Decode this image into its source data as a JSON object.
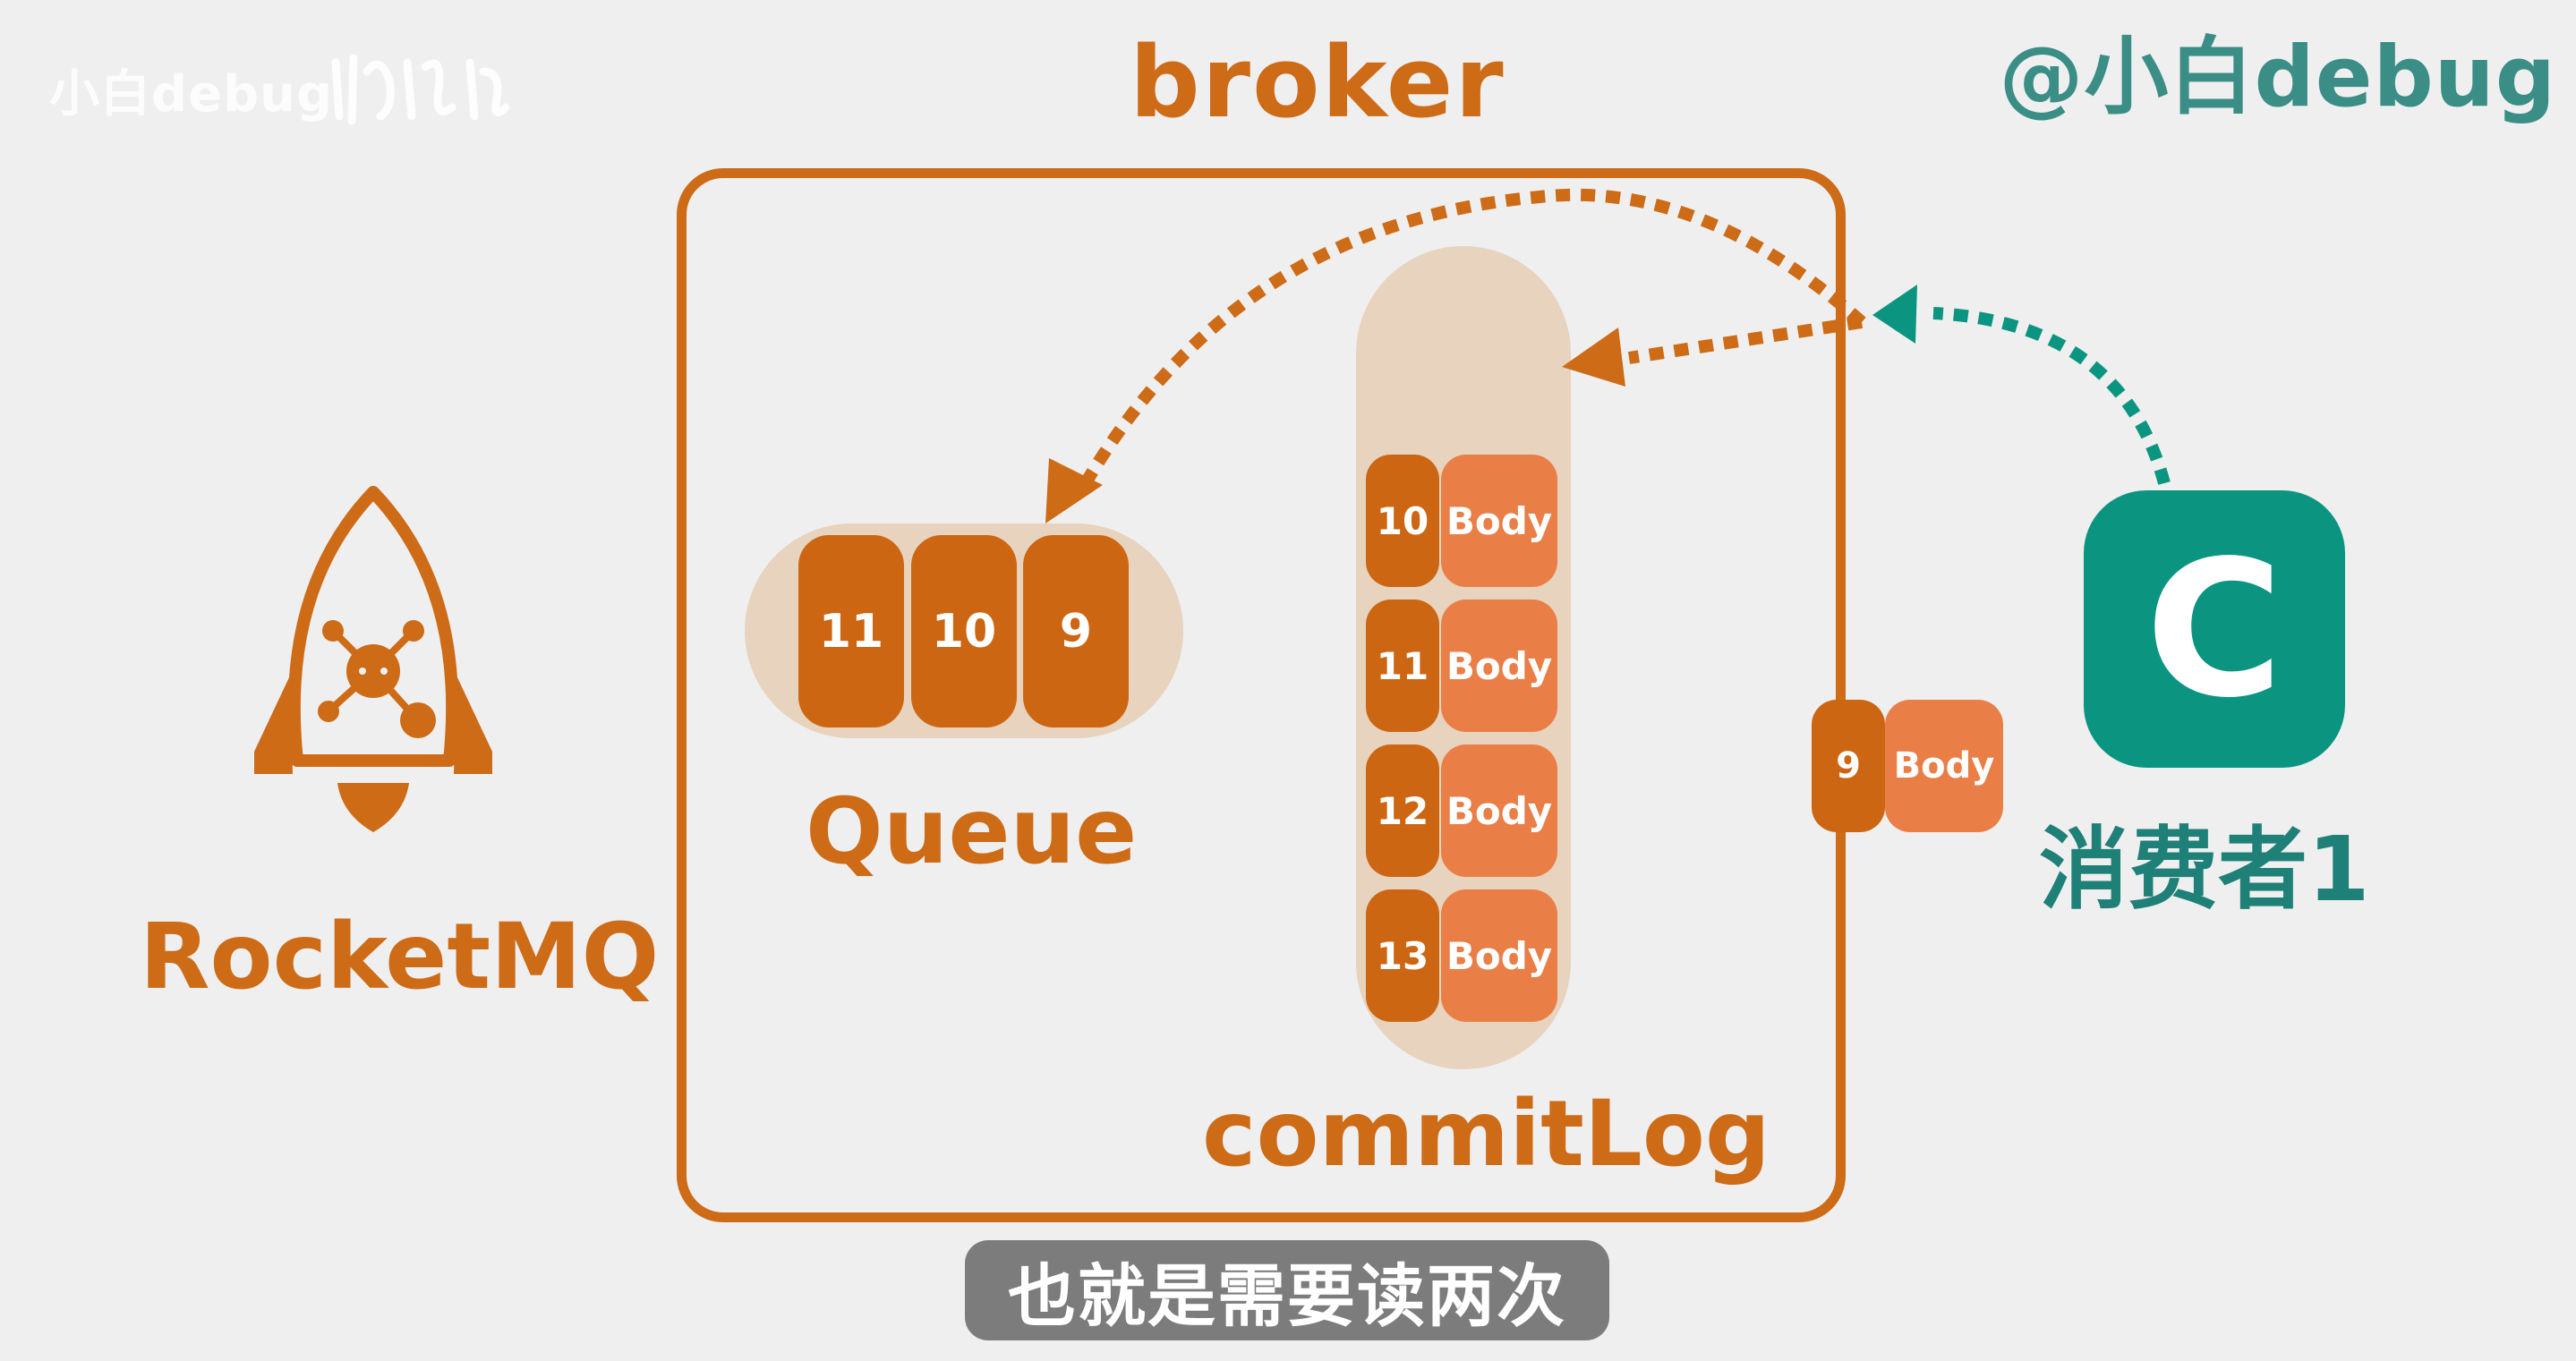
{
  "watermark": {
    "left_text": "小白debug"
  },
  "handle": "@小白debug",
  "broker": {
    "title": "broker"
  },
  "rocketmq": {
    "label": "RocketMQ"
  },
  "queue": {
    "label": "Queue",
    "cells": [
      "11",
      "10",
      "9"
    ]
  },
  "commitlog": {
    "label": "commitLog",
    "rows": [
      {
        "id": "10",
        "body": "Body"
      },
      {
        "id": "11",
        "body": "Body"
      },
      {
        "id": "12",
        "body": "Body"
      },
      {
        "id": "13",
        "body": "Body"
      }
    ]
  },
  "outside_message": {
    "id": "9",
    "body": "Body"
  },
  "consumer": {
    "icon_letter": "C",
    "label": "消费者1"
  },
  "subtitle": "也就是需要读两次",
  "colors": {
    "orange": "#cd6b17",
    "orange_dark": "#cc6612",
    "body_orange": "#e97e47",
    "pill_beige": "#e7d3be",
    "teal": "#0b9580",
    "teal_text": "#1f8078"
  }
}
